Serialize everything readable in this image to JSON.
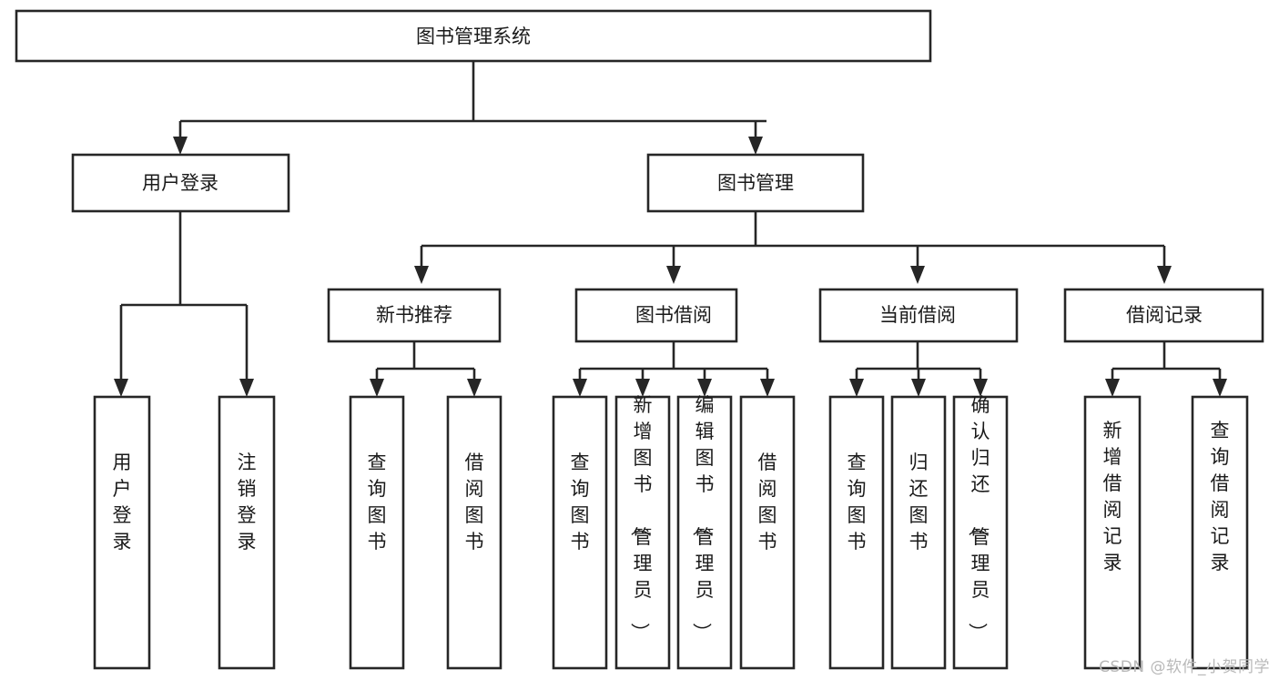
{
  "diagram": {
    "title": "图书管理系统",
    "type": "tree-hierarchy",
    "orientation": "top-down",
    "nodes": {
      "root": {
        "label": "图书管理系统",
        "level": 1
      },
      "user_login": {
        "label": "用户登录",
        "level": 2
      },
      "book_manage": {
        "label": "图书管理",
        "level": 2
      },
      "new_book_rec": {
        "label": "新书推荐",
        "level": 3
      },
      "book_borrow": {
        "label": "图书借阅",
        "level": 3
      },
      "current_borrow": {
        "label": "当前借阅",
        "level": 3
      },
      "borrow_record": {
        "label": "借阅记录",
        "level": 3
      },
      "leaf_user_login": {
        "label": "用户登录",
        "level": 4,
        "orientation": "vertical"
      },
      "leaf_logout": {
        "label": "注销登录",
        "level": 4,
        "orientation": "vertical"
      },
      "leaf_query_book_1": {
        "label": "查询图书",
        "level": 4,
        "orientation": "vertical"
      },
      "leaf_borrow_book_1": {
        "label": "借阅图书",
        "level": 4,
        "orientation": "vertical"
      },
      "leaf_query_book_2": {
        "label": "查询图书",
        "level": 4,
        "orientation": "vertical"
      },
      "leaf_add_book": {
        "label": "新增图书（管理员）",
        "level": 4,
        "orientation": "vertical"
      },
      "leaf_edit_book": {
        "label": "编辑图书（管理员）",
        "level": 4,
        "orientation": "vertical"
      },
      "leaf_borrow_book_2": {
        "label": "借阅图书",
        "level": 4,
        "orientation": "vertical"
      },
      "leaf_query_book_3": {
        "label": "查询图书",
        "level": 4,
        "orientation": "vertical"
      },
      "leaf_return_book": {
        "label": "归还图书",
        "level": 4,
        "orientation": "vertical"
      },
      "leaf_confirm_return": {
        "label": "确认归还（管理员）",
        "level": 4,
        "orientation": "vertical"
      },
      "leaf_add_record": {
        "label": "新增借阅记录",
        "level": 4,
        "orientation": "vertical"
      },
      "leaf_query_record": {
        "label": "查询借阅记录",
        "level": 4,
        "orientation": "vertical"
      }
    },
    "edges": [
      {
        "from": "root",
        "to": "user_login"
      },
      {
        "from": "root",
        "to": "book_manage"
      },
      {
        "from": "book_manage",
        "to": "new_book_rec"
      },
      {
        "from": "book_manage",
        "to": "book_borrow"
      },
      {
        "from": "book_manage",
        "to": "current_borrow"
      },
      {
        "from": "book_manage",
        "to": "borrow_record"
      },
      {
        "from": "user_login",
        "to": "leaf_user_login"
      },
      {
        "from": "user_login",
        "to": "leaf_logout"
      },
      {
        "from": "new_book_rec",
        "to": "leaf_query_book_1"
      },
      {
        "from": "new_book_rec",
        "to": "leaf_borrow_book_1"
      },
      {
        "from": "book_borrow",
        "to": "leaf_query_book_2"
      },
      {
        "from": "book_borrow",
        "to": "leaf_add_book"
      },
      {
        "from": "book_borrow",
        "to": "leaf_edit_book"
      },
      {
        "from": "book_borrow",
        "to": "leaf_borrow_book_2"
      },
      {
        "from": "current_borrow",
        "to": "leaf_query_book_3"
      },
      {
        "from": "current_borrow",
        "to": "leaf_return_book"
      },
      {
        "from": "current_borrow",
        "to": "leaf_confirm_return"
      },
      {
        "from": "borrow_record",
        "to": "leaf_add_record"
      },
      {
        "from": "borrow_record",
        "to": "leaf_query_record"
      }
    ],
    "colors": {
      "box_fill": "#ffffff",
      "box_stroke": "#262626",
      "text": "#1a1a1a",
      "background": "#ffffff",
      "watermark": "#b9b9b9"
    }
  },
  "watermark": {
    "text": "CSDN @软件_小贺同学"
  }
}
